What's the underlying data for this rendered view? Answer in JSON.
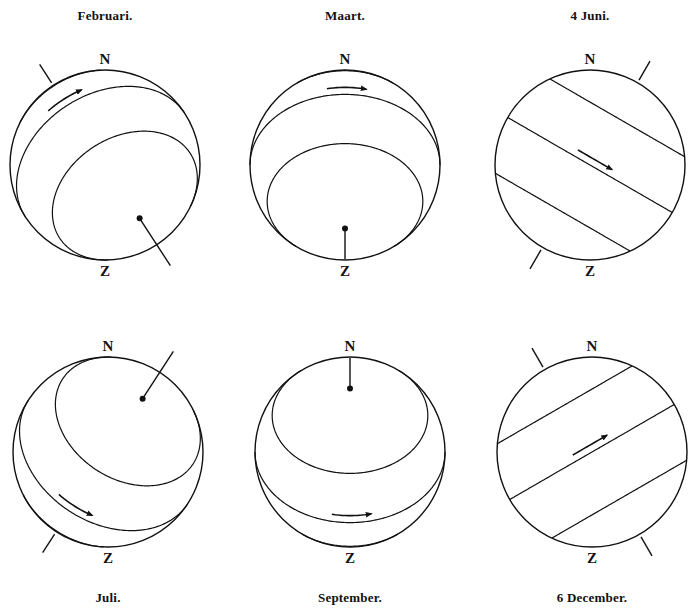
{
  "diagram": {
    "nodes": [
      {
        "text": [
          "Februari.",
          "N",
          "Z"
        ]
      },
      {
        "text": [
          "Maart.",
          "N",
          "Z"
        ]
      },
      {
        "text": [
          "4 Juni.",
          "N",
          "Z"
        ]
      },
      {
        "text": [
          "Juli.",
          "N",
          "Z"
        ]
      },
      {
        "text": [
          "September.",
          "N",
          "Z"
        ]
      },
      {
        "text": [
          "6 December.",
          "N",
          "Z"
        ]
      }
    ]
  }
}
